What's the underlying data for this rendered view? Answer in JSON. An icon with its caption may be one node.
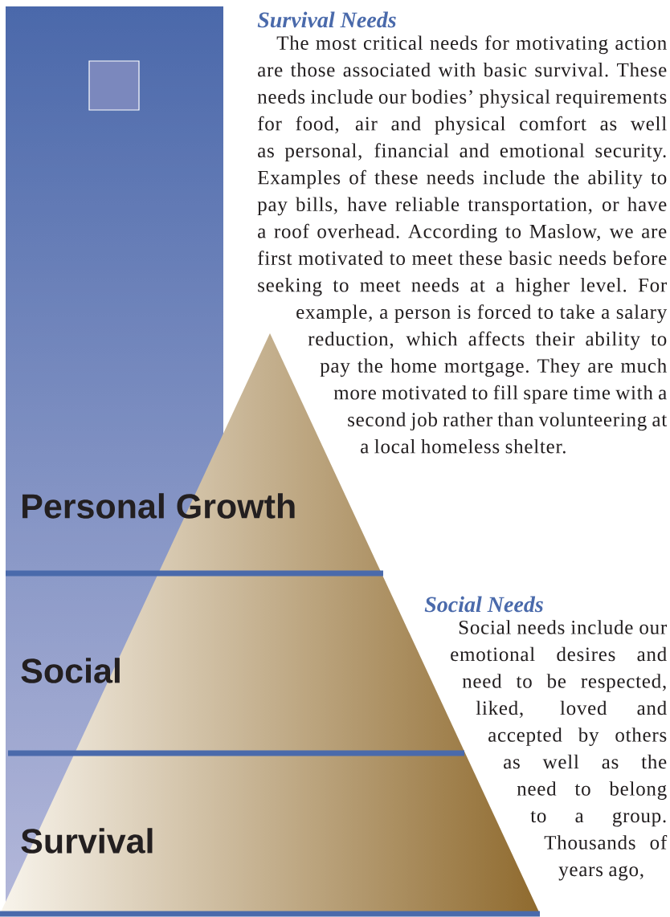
{
  "diagram": {
    "labels": [
      "Survival Needs",
      "The most critical needs for motivating action are those associated with basic survival. These needs include our bodies’ physical requirements for food, air and physical comfort as well as personal, financial and emotional security. Examples of these needs include the ability to pay bills, have reliable transportation, or have a roof overhead. According to Maslow, we are first motivated to meet these basic needs before seeking to meet needs at a higher level. For example, a person is forced to take a salary reduction, which affects their ability to pay the home mortgage. They are much more motivated to fill spare time with a second job rather than volunteering at a local homeless shelter.",
      "Personal Growth",
      "Social Needs",
      "Social",
      "Social needs include our emotional desires and need to be respected, liked, loved and accepted by others as well as the need to belong to a group. Thousands of years ago,",
      "Survival"
    ]
  }
}
